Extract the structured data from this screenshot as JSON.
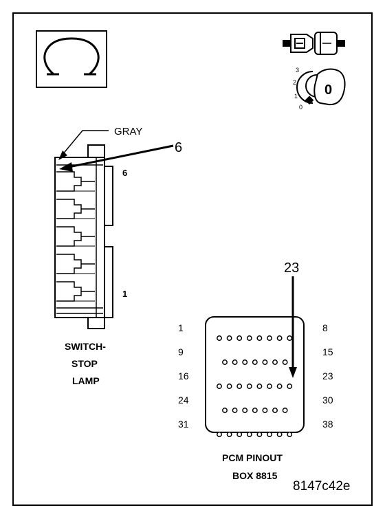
{
  "labels": {
    "gray": "GRAY",
    "pin6_callout": "6",
    "pin6_small": "6",
    "pin1_small": "1",
    "switch_line1": "SWITCH-",
    "switch_line2": "STOP",
    "switch_line3": "LAMP",
    "pcm_callout": "23",
    "pcm_left_rows": [
      "1",
      "9",
      "16",
      "24",
      "31"
    ],
    "pcm_right_rows": [
      "8",
      "15",
      "23",
      "30",
      "38"
    ],
    "pcm_line1": "PCM PINOUT",
    "pcm_line2": "BOX 8815",
    "figure_id": "8147c42e",
    "key_positions": [
      "3",
      "2",
      "1",
      "0"
    ],
    "key_letter": "0"
  },
  "pcm_rows": [
    8,
    7,
    8,
    7,
    8
  ],
  "icons": [
    "ohm-icon",
    "connector-icon",
    "ignition-key-icon",
    "callout-arrow-icon"
  ]
}
